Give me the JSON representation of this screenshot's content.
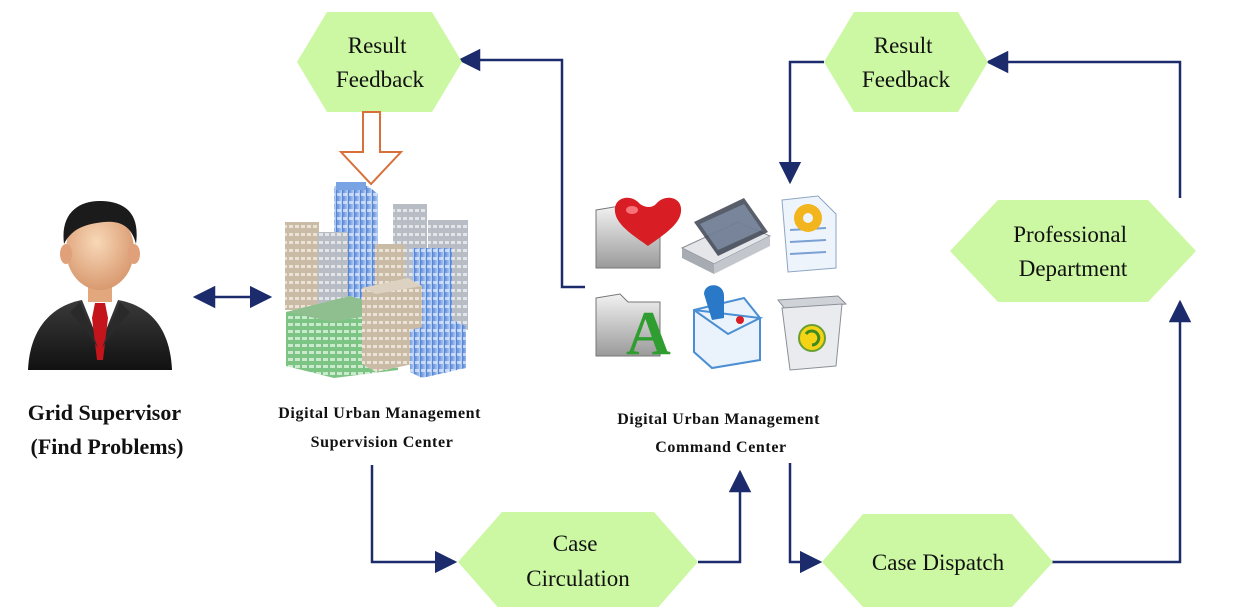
{
  "colors": {
    "hexagon_fill": "#ccf7a3",
    "connector": "#1c2b6b",
    "feedback_arrow": "#d9703a"
  },
  "nodes": {
    "result_feedback_left": {
      "lines": [
        "Result",
        "Feedback"
      ]
    },
    "result_feedback_right": {
      "lines": [
        "Result",
        "Feedback"
      ]
    },
    "professional_department": {
      "lines": [
        "Professional",
        "Department"
      ]
    },
    "case_circulation": {
      "lines": [
        "Case",
        "Circulation"
      ]
    },
    "case_dispatch": {
      "lines": [
        "Case Dispatch"
      ]
    }
  },
  "captions": {
    "grid_supervisor": [
      "Grid Supervisor",
      "(Find Problems)"
    ],
    "supervision_center": [
      "Digital Urban Management",
      "Supervision Center"
    ],
    "command_center": [
      "Digital Urban Management",
      "Command Center"
    ]
  },
  "icons": {
    "person": "businessman-avatar-icon",
    "buildings": "city-buildings-icon",
    "command_center_icons": [
      "folder-heart-icon",
      "scanner-icon",
      "settings-document-icon",
      "font-folder-icon",
      "mailbox-icon",
      "recycle-bin-icon"
    ]
  }
}
